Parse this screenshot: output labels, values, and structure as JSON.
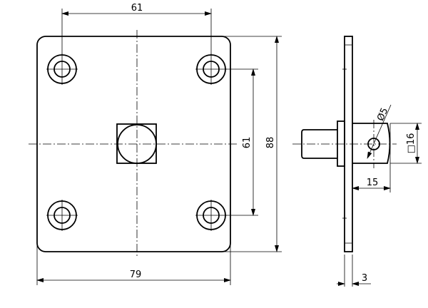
{
  "drawing": {
    "front_view": {
      "hole_spacing_horizontal": "61",
      "hole_spacing_vertical": "61",
      "plate_height": "88",
      "plate_width": "79"
    },
    "side_view": {
      "hole_diameter": "Ø5",
      "square_size": "□16",
      "block_length": "15",
      "plate_thickness": "3"
    },
    "colors": {
      "line": "#000000",
      "background": "#ffffff"
    }
  }
}
